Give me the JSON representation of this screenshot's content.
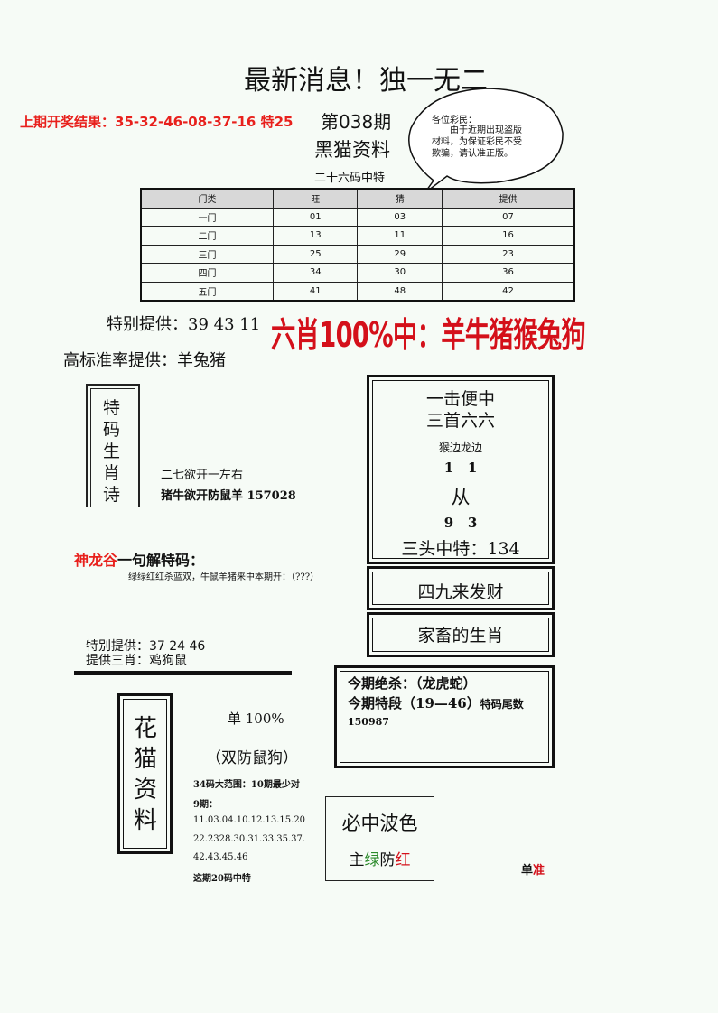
{
  "title": "最新消息！独一无二",
  "last_result": "上期开奖结果：35-32-46-08-37-16 特25",
  "issue": "第038期",
  "source": "黑猫资料",
  "subtitle": "二十六码中特",
  "bubble": {
    "greeting": "各位彩民：",
    "body": "由于近期出现盗版材料，为保证彩民不受欺骗，请认准正版。"
  },
  "table": {
    "headers": [
      "门类",
      "旺",
      "猜",
      "提供"
    ],
    "rows": [
      [
        "一门",
        "01",
        "03",
        "07"
      ],
      [
        "二门",
        "13",
        "11",
        "16"
      ],
      [
        "三门",
        "25",
        "29",
        "23"
      ],
      [
        "四门",
        "34",
        "30",
        "36"
      ],
      [
        "五门",
        "41",
        "48",
        "42"
      ]
    ]
  },
  "special1": "特别提供：39 43 11",
  "banner": "六肖100%中：羊牛猪猴兔狗",
  "high_std": "高标准率提供：羊兔猪",
  "poem": {
    "title": "特码生肖诗",
    "line1": "二七欲开一左右",
    "line2": "猪牛欲开防鼠羊 157028"
  },
  "right_box": {
    "l1": "一击便中",
    "l2": "三首六六",
    "l3": "猴边龙边",
    "l4": "1   1",
    "l5": "从",
    "l6": "9   3",
    "l7": "三头中特：134"
  },
  "box2": "四九来发财",
  "box3": "家畜的生肖",
  "riddle": {
    "brand": "神龙谷",
    "title": "一句解特码：",
    "text": "绿绿红红杀蓝双，牛鼠羊猪来中本期开：（???）"
  },
  "special2": "特别提供：37 24 46",
  "three_zodiac": "提供三肖：鸡狗鼠",
  "kill_box": {
    "l1": "今期绝杀：（龙虎蛇）",
    "l2": "今期特段（19—46）",
    "l2b": "特码尾数",
    "l3": "150987"
  },
  "huamao": {
    "title": "花猫资料",
    "single": "单 100%",
    "guard": "（双防鼠狗）",
    "range": "34码大范围：10期最少对",
    "range2": "9期：",
    "nums1": "11.03.04.10.12.13.15.20",
    "nums2": "22.2328.30.31.33.35.37.",
    "nums3": "42.43.45.46",
    "footer": "这期20码中特"
  },
  "wave": {
    "title": "必中波色",
    "main": "主",
    "green": "绿",
    "guard": "防",
    "red": "红"
  },
  "single_acc": {
    "a": "单",
    "b": "准"
  },
  "colors": {
    "red": "#e8201c",
    "banner": "#d4101a",
    "green": "#2a8a2a"
  }
}
